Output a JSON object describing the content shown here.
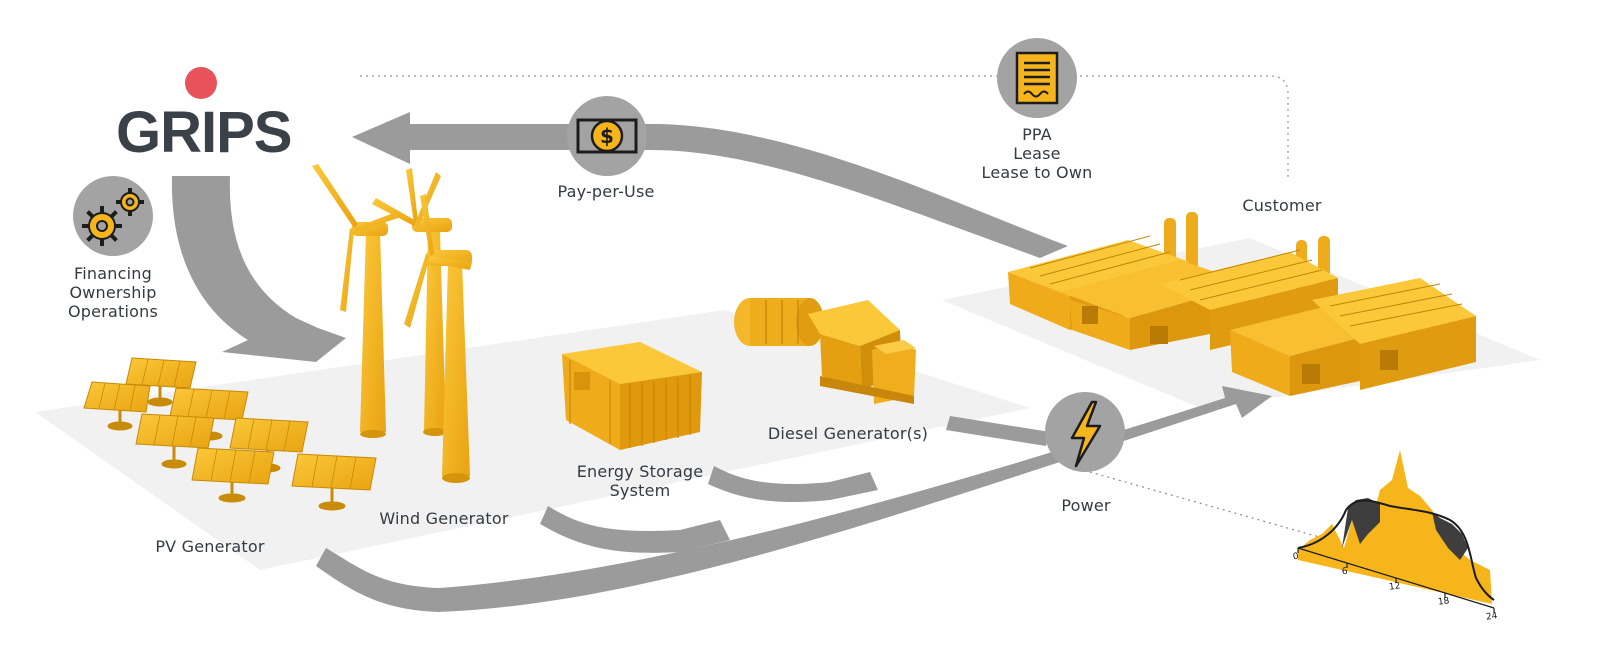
{
  "brand": {
    "name": "GRIPS",
    "text_color": "#3a4149",
    "dot_color": "#e8525a"
  },
  "colors": {
    "accent": "#f7b51c",
    "accent_dark": "#d99a0c",
    "arrow": "#9b9b9b",
    "icon_circle": "#a3a3a3",
    "platform": "#f0f0f0",
    "ink": "#1c1c1c"
  },
  "labels": {
    "financing": [
      "Financing",
      "Ownership",
      "Operations"
    ],
    "pay_per_use": "Pay-per-Use",
    "contracts": [
      "PPA",
      "Lease",
      "Lease to Own"
    ],
    "customer": "Customer",
    "pv_generator": "PV Generator",
    "wind_generator": "Wind Generator",
    "energy_storage": [
      "Energy Storage",
      "System"
    ],
    "diesel_generator": "Diesel Generator(s)",
    "power": "Power"
  },
  "icons": {
    "financing": "gears-icon",
    "pay_per_use": "dollar-bill-icon",
    "contracts": "contract-document-icon",
    "power": "lightning-bolt-icon"
  },
  "load_chart": {
    "x_ticks": [
      "0",
      "6",
      "12",
      "18",
      "24"
    ]
  }
}
